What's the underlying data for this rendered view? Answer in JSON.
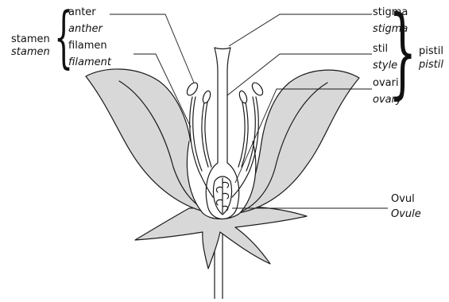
{
  "labels": {
    "stamen": {
      "indo": "stamen",
      "en": "stamen"
    },
    "anther": {
      "indo": "anter",
      "en": "anther"
    },
    "filament": {
      "indo": "filamen",
      "en": "filament"
    },
    "stigma": {
      "indo": "stigma",
      "en": "stigma"
    },
    "style": {
      "indo": "stil",
      "en": "style"
    },
    "ovary": {
      "indo": "ovari",
      "en": "ovary"
    },
    "pistil": {
      "indo": "pistil",
      "en": "pistil"
    },
    "ovule": {
      "indo": "Ovul",
      "en": "Ovule"
    }
  },
  "colors": {
    "petal_fill": "#d8d8d8",
    "line": "#1a1a1a",
    "background": "#ffffff"
  }
}
